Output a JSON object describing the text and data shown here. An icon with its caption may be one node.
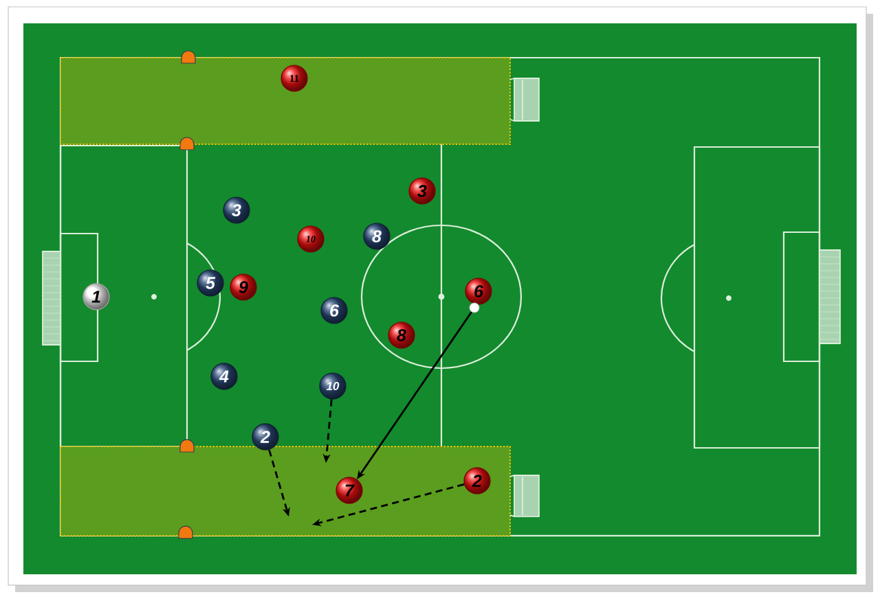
{
  "diagram": {
    "nodes": [
      {
        "text": [
          "11"
        ]
      },
      {
        "text": [
          "3"
        ]
      },
      {
        "text": [
          "3"
        ]
      },
      {
        "text": [
          "8"
        ]
      },
      {
        "text": [
          "10"
        ]
      },
      {
        "text": [
          "5"
        ]
      },
      {
        "text": [
          "9"
        ]
      },
      {
        "text": [
          "6"
        ]
      },
      {
        "text": [
          "1"
        ]
      },
      {
        "text": [],
        "shape": "circle"
      },
      {
        "text": [
          "6"
        ]
      },
      {
        "text": [
          "8"
        ]
      },
      {
        "text": [
          "4"
        ]
      },
      {
        "text": [
          "10"
        ]
      },
      {
        "text": [
          "2"
        ]
      },
      {
        "text": [
          "2"
        ]
      },
      {
        "text": [
          "7"
        ]
      }
    ],
    "edges": [
      {
        "from": 9,
        "to": 16,
        "arrow": "to"
      },
      {
        "from": 13,
        "to": null,
        "arrow": "to",
        "style": "dashed"
      },
      {
        "from": 14,
        "to": null,
        "arrow": "to",
        "style": "dashed"
      },
      {
        "from": 15,
        "to": null,
        "arrow": "to",
        "style": "dashed"
      }
    ]
  }
}
